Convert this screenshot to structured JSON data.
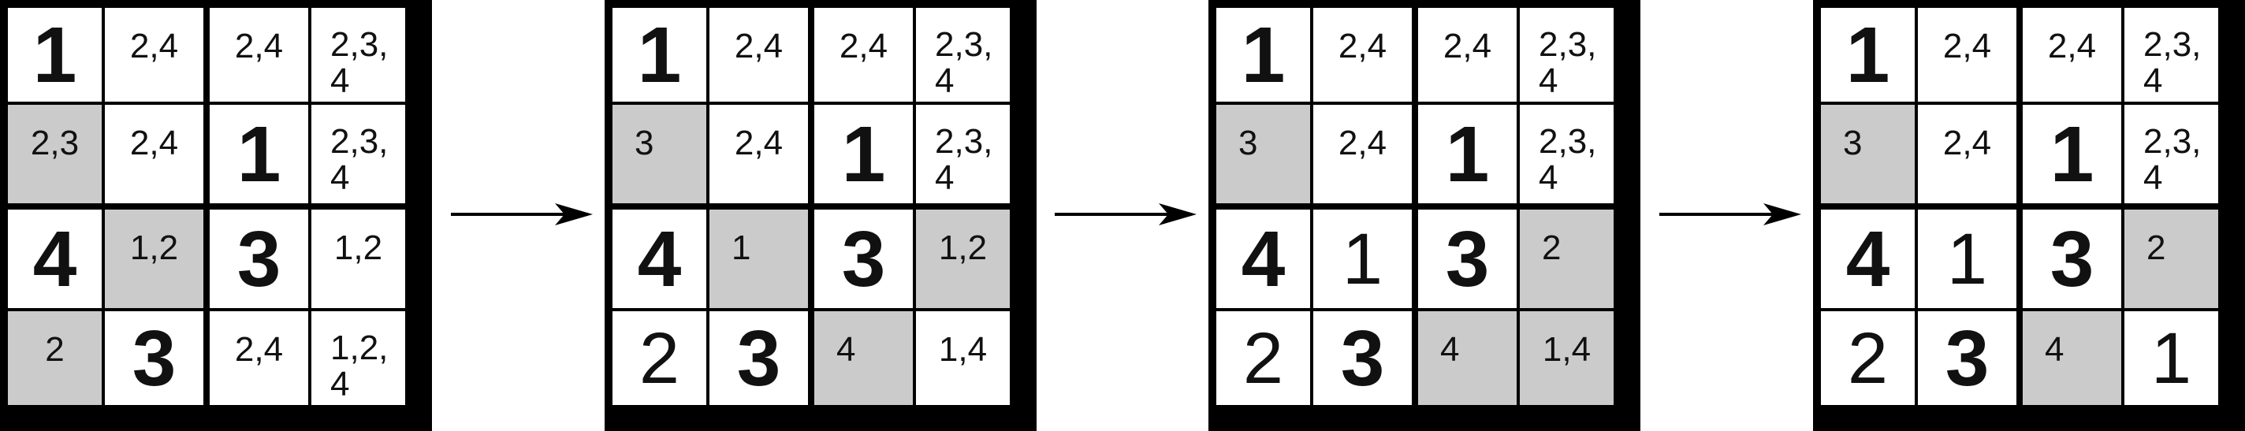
{
  "grids": [
    {
      "cells": [
        {
          "value": "1",
          "kind": "given",
          "shaded": false
        },
        {
          "value": "2,4",
          "kind": "cand",
          "shaded": false
        },
        {
          "value": "2,4",
          "kind": "cand",
          "shaded": false
        },
        {
          "value": "2,3,\n4",
          "kind": "wrap",
          "shaded": false
        },
        {
          "value": "2,3",
          "kind": "cand",
          "shaded": true
        },
        {
          "value": "2,4",
          "kind": "cand",
          "shaded": false
        },
        {
          "value": "1",
          "kind": "given",
          "shaded": false
        },
        {
          "value": "2,3,\n4",
          "kind": "wrap",
          "shaded": false
        },
        {
          "value": "4",
          "kind": "given",
          "shaded": false
        },
        {
          "value": "1,2",
          "kind": "cand",
          "shaded": true
        },
        {
          "value": "3",
          "kind": "given",
          "shaded": false
        },
        {
          "value": "1,2",
          "kind": "cand",
          "shaded": false
        },
        {
          "value": "2",
          "kind": "cand",
          "shaded": true
        },
        {
          "value": "3",
          "kind": "given",
          "shaded": false
        },
        {
          "value": "2,4",
          "kind": "cand",
          "shaded": false
        },
        {
          "value": "1,2,\n4",
          "kind": "wrap",
          "shaded": false
        }
      ]
    },
    {
      "cells": [
        {
          "value": "1",
          "kind": "given",
          "shaded": false
        },
        {
          "value": "2,4",
          "kind": "cand",
          "shaded": false
        },
        {
          "value": "2,4",
          "kind": "cand",
          "shaded": false
        },
        {
          "value": "2,3,\n4",
          "kind": "wrap",
          "shaded": false
        },
        {
          "value": "3",
          "kind": "single",
          "shaded": true
        },
        {
          "value": "2,4",
          "kind": "cand",
          "shaded": false
        },
        {
          "value": "1",
          "kind": "given",
          "shaded": false
        },
        {
          "value": "2,3,\n4",
          "kind": "wrap",
          "shaded": false
        },
        {
          "value": "4",
          "kind": "given",
          "shaded": false
        },
        {
          "value": "1",
          "kind": "single",
          "shaded": true
        },
        {
          "value": "3",
          "kind": "given",
          "shaded": false
        },
        {
          "value": "1,2",
          "kind": "cand",
          "shaded": true
        },
        {
          "value": "2",
          "kind": "solved",
          "shaded": false
        },
        {
          "value": "3",
          "kind": "given",
          "shaded": false
        },
        {
          "value": "4",
          "kind": "single",
          "shaded": true
        },
        {
          "value": "1,4",
          "kind": "cand",
          "shaded": false
        }
      ]
    },
    {
      "cells": [
        {
          "value": "1",
          "kind": "given",
          "shaded": false
        },
        {
          "value": "2,4",
          "kind": "cand",
          "shaded": false
        },
        {
          "value": "2,4",
          "kind": "cand",
          "shaded": false
        },
        {
          "value": "2,3,\n4",
          "kind": "wrap",
          "shaded": false
        },
        {
          "value": "3",
          "kind": "single",
          "shaded": true
        },
        {
          "value": "2,4",
          "kind": "cand",
          "shaded": false
        },
        {
          "value": "1",
          "kind": "given",
          "shaded": false
        },
        {
          "value": "2,3,\n4",
          "kind": "wrap",
          "shaded": false
        },
        {
          "value": "4",
          "kind": "given",
          "shaded": false
        },
        {
          "value": "1",
          "kind": "solved",
          "shaded": false
        },
        {
          "value": "3",
          "kind": "given",
          "shaded": false
        },
        {
          "value": "2",
          "kind": "single",
          "shaded": true
        },
        {
          "value": "2",
          "kind": "solved",
          "shaded": false
        },
        {
          "value": "3",
          "kind": "given",
          "shaded": false
        },
        {
          "value": "4",
          "kind": "single",
          "shaded": true
        },
        {
          "value": "1,4",
          "kind": "cand",
          "shaded": true
        }
      ]
    },
    {
      "cells": [
        {
          "value": "1",
          "kind": "given",
          "shaded": false
        },
        {
          "value": "2,4",
          "kind": "cand",
          "shaded": false
        },
        {
          "value": "2,4",
          "kind": "cand",
          "shaded": false
        },
        {
          "value": "2,3,\n4",
          "kind": "wrap",
          "shaded": false
        },
        {
          "value": "3",
          "kind": "single",
          "shaded": true
        },
        {
          "value": "2,4",
          "kind": "cand",
          "shaded": false
        },
        {
          "value": "1",
          "kind": "given",
          "shaded": false
        },
        {
          "value": "2,3,\n4",
          "kind": "wrap",
          "shaded": false
        },
        {
          "value": "4",
          "kind": "given",
          "shaded": false
        },
        {
          "value": "1",
          "kind": "solved",
          "shaded": false
        },
        {
          "value": "3",
          "kind": "given",
          "shaded": false
        },
        {
          "value": "2",
          "kind": "single",
          "shaded": true
        },
        {
          "value": "2",
          "kind": "solved",
          "shaded": false
        },
        {
          "value": "3",
          "kind": "given",
          "shaded": false
        },
        {
          "value": "4",
          "kind": "single",
          "shaded": true
        },
        {
          "value": "1",
          "kind": "solved",
          "shaded": false
        }
      ]
    }
  ],
  "colors": {
    "grid_line": "#000000",
    "shaded_cell": "#cbcbcb",
    "cell": "#ffffff"
  },
  "icons": [
    "right-arrow-icon",
    "right-arrow-icon",
    "right-arrow-icon"
  ]
}
